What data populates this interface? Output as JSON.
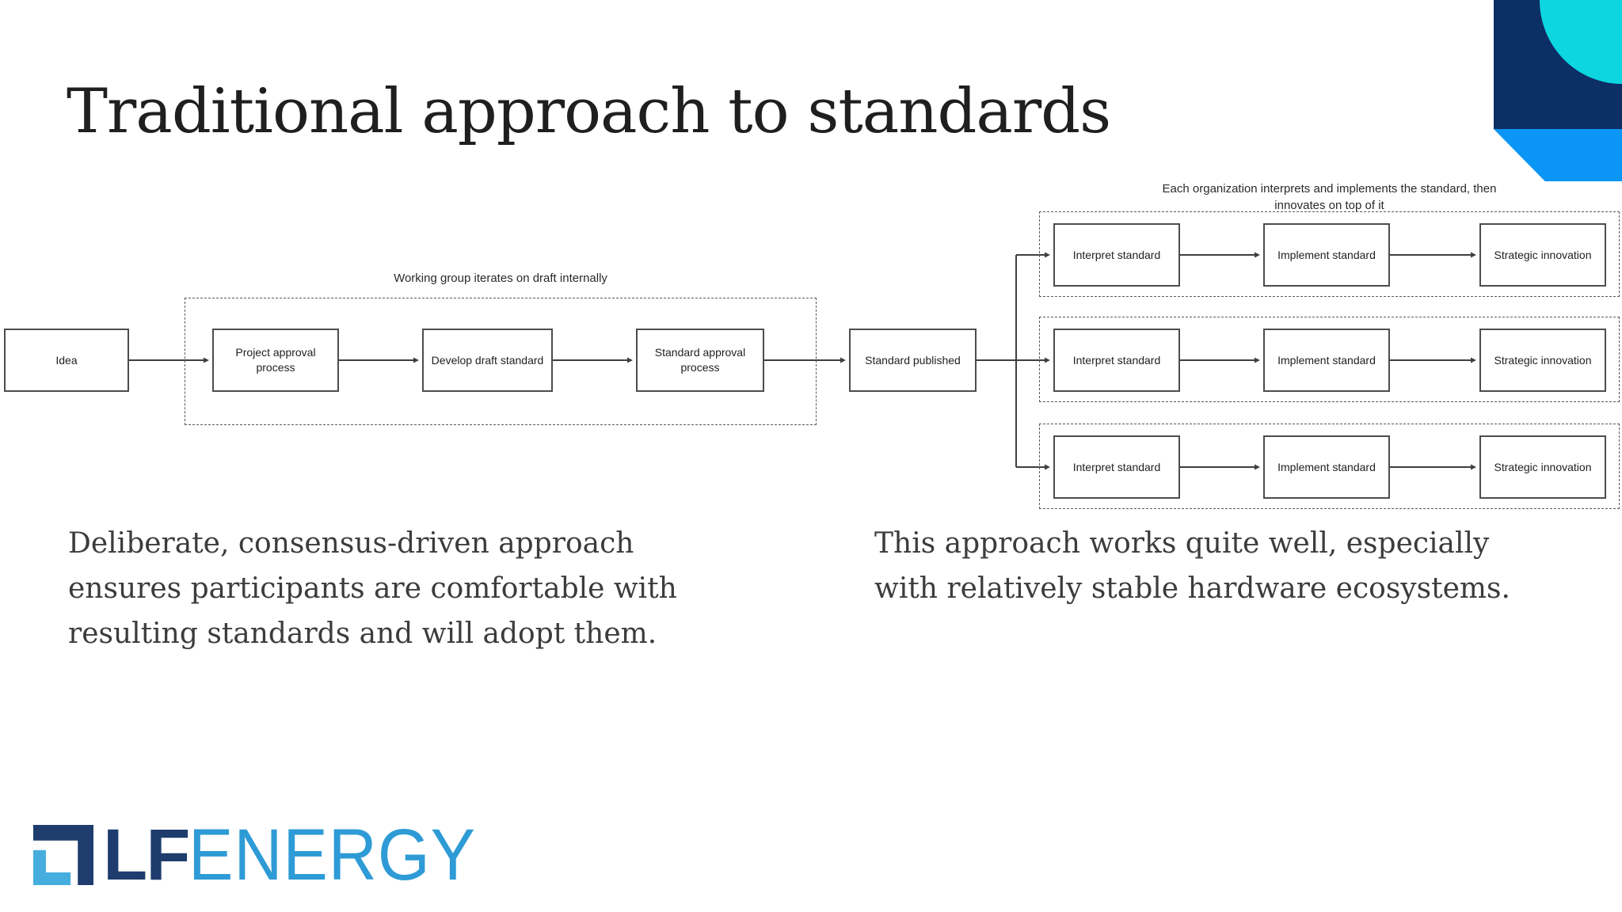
{
  "slide": {
    "title": "Traditional approach to standards"
  },
  "diagram": {
    "working_group_label": "Working group iterates on draft internally",
    "org_label_lines": [
      "Each organization interprets and implements the standard, then",
      "innovates on top of it"
    ],
    "main_flow": [
      "Idea",
      "Project approval process",
      "Develop draft standard",
      "Standard approval process",
      "Standard published"
    ],
    "org_steps": [
      "Interpret standard",
      "Implement standard",
      "Strategic innovation"
    ],
    "org_row_count": 3
  },
  "notes": {
    "left_lines": [
      "Deliberate, consensus-driven approach",
      "ensures participants are comfortable with",
      "resulting standards and will adopt them."
    ],
    "right_lines": [
      "This approach works quite well, especially",
      "with relatively stable hardware ecosystems."
    ]
  },
  "logo": {
    "lf": "LF",
    "energy": "ENERGY"
  },
  "colors": {
    "corner_navy": "#0c2f66",
    "corner_cyan": "#0ed6e0",
    "corner_blue": "#0b96f6",
    "logo_navy": "#1e3c6d",
    "logo_light_blue": "#45aede",
    "logo_text_blue": "#2e9bd6",
    "diagram_line": "#3f3f3f"
  }
}
